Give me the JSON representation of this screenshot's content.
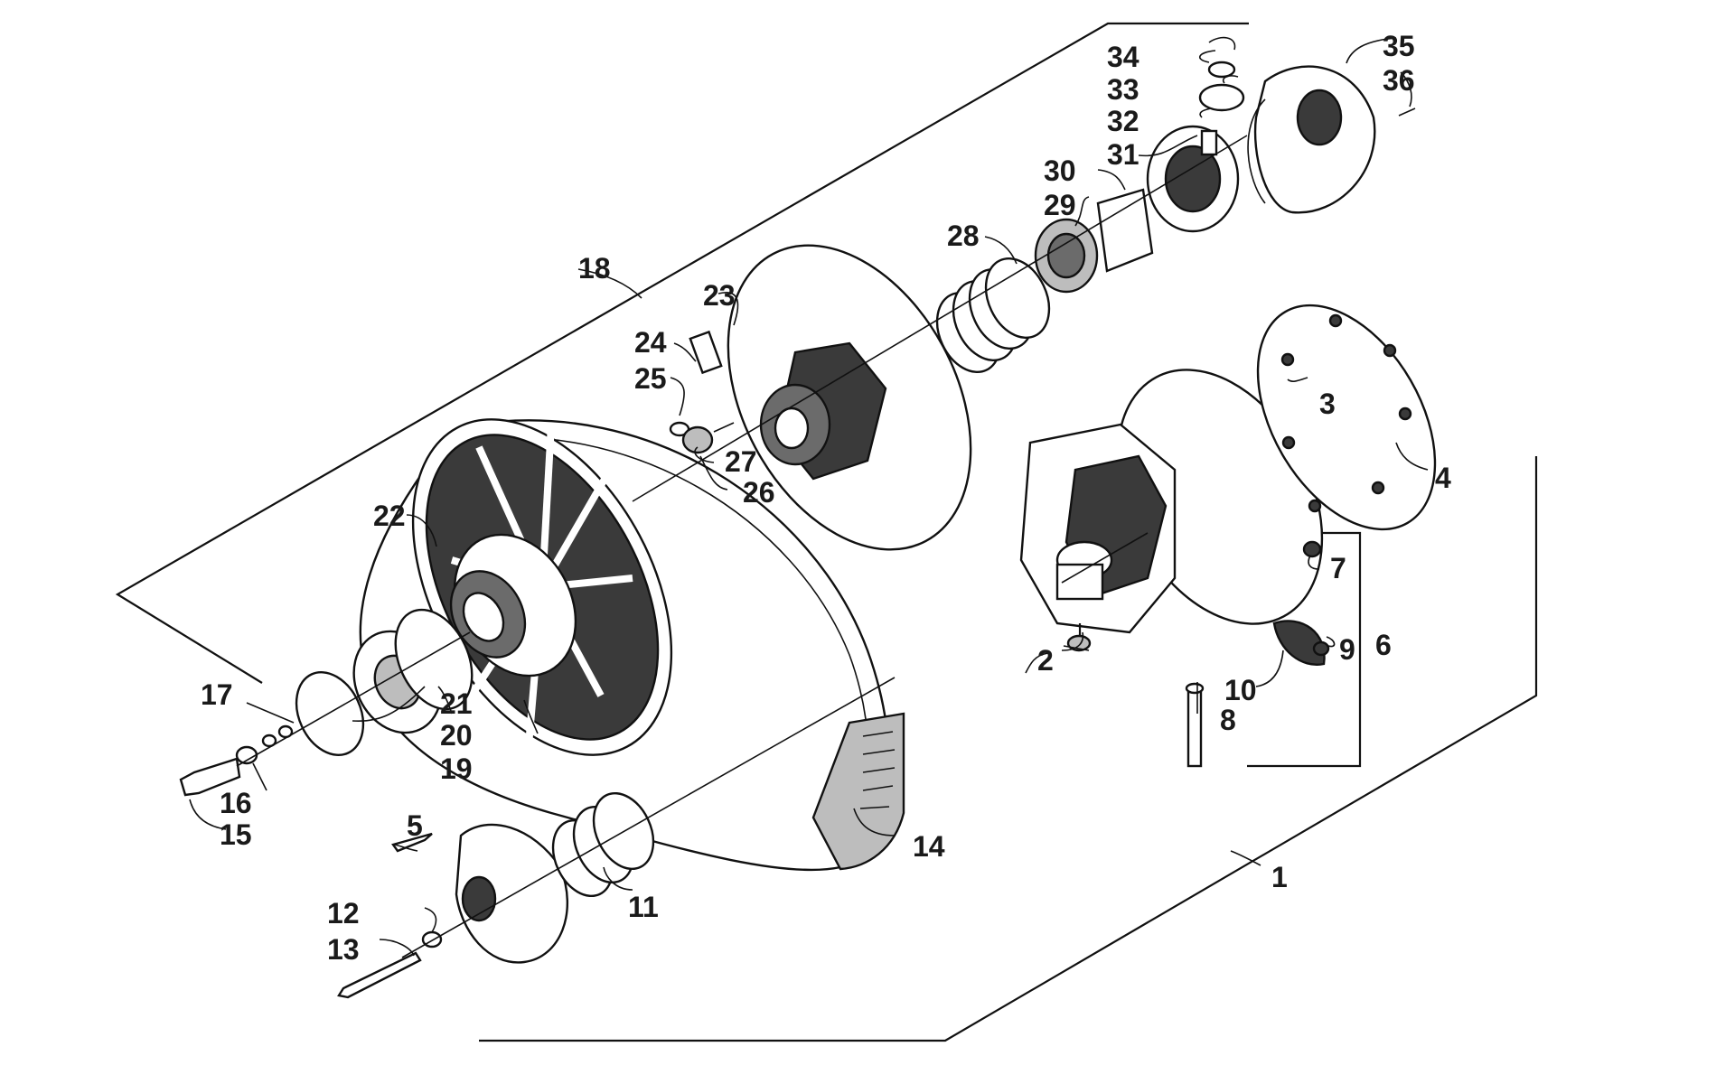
{
  "callouts": [
    "1",
    "2",
    "3",
    "4",
    "5",
    "6",
    "7",
    "8",
    "9",
    "10",
    "11",
    "12",
    "13",
    "14",
    "15",
    "16",
    "17",
    "18",
    "19",
    "20",
    "21",
    "22",
    "23",
    "24",
    "25",
    "26",
    "27",
    "28",
    "29",
    "30",
    "31",
    "32",
    "33",
    "34",
    "35",
    "36"
  ]
}
